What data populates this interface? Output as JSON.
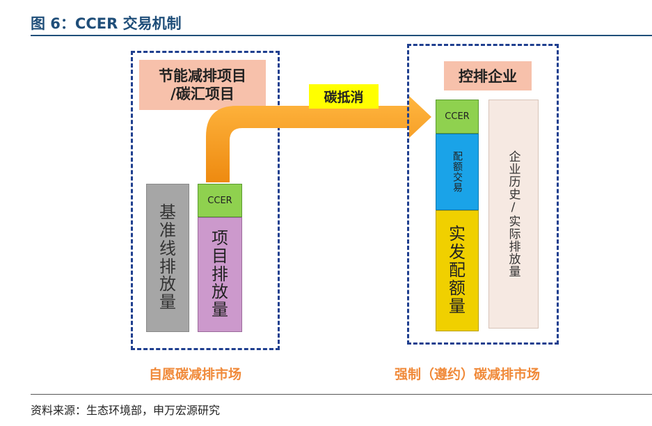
{
  "title": "图 6：CCER 交易机制",
  "left": {
    "header_line1": "节能减排项目",
    "header_line2": "/碳汇项目",
    "baseline": [
      "基",
      "准",
      "线",
      "排",
      "放",
      "量"
    ],
    "ccer": "CCER",
    "project": [
      "项",
      "目",
      "排",
      "放",
      "量"
    ],
    "market": "自愿碳减排市场"
  },
  "arrow_label": "碳抵消",
  "right": {
    "header": "控排企业",
    "ccer": "CCER",
    "trading": "配额交易",
    "actual": [
      "实",
      "发",
      "配",
      "额",
      "量"
    ],
    "history": "企业历史/实际排放量",
    "market": "强制（遵约）碳减排市场"
  },
  "source": "资料来源：生态环境部，申万宏源研究",
  "colors": {
    "title": "#1f4e79",
    "dash": "#1f3f8f",
    "header_bg": "#f7c1ab",
    "ccer": "#8fd14f",
    "baseline": "#a6a6a6",
    "project": "#cc99cc",
    "trading": "#1aa3e8",
    "actual": "#f0d000",
    "history": "#f6e9e2",
    "arrow": "#f59d1b",
    "label_bg": "#ffff00",
    "market_text": "#f08a3a"
  }
}
